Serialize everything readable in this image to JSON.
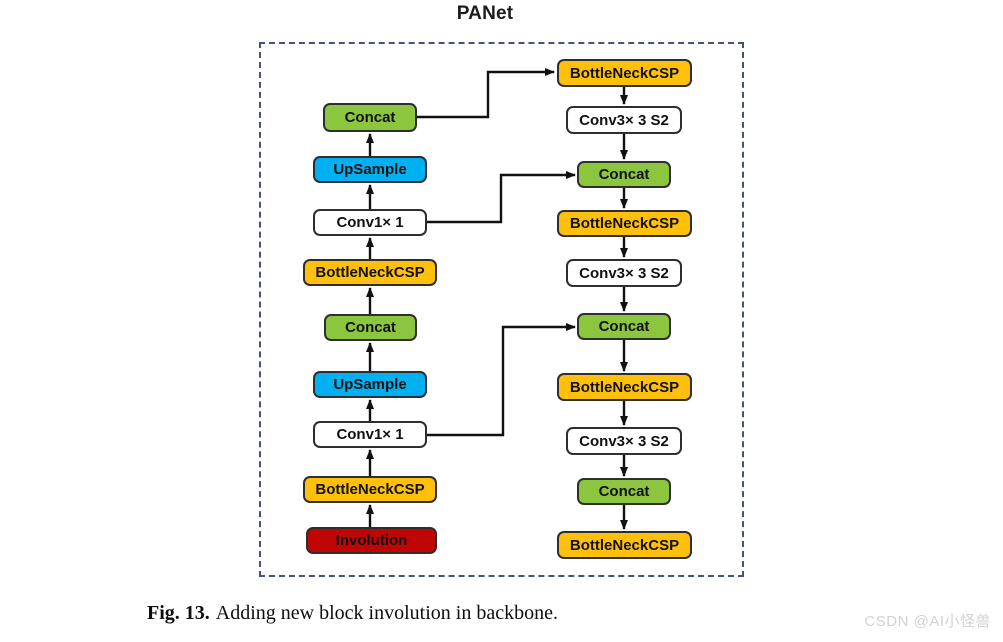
{
  "title": "PANet",
  "caption": {
    "label": "Fig. 13.",
    "text": "Adding new block involution in backbone."
  },
  "watermark": "CSDN @AI小怪兽",
  "colors": {
    "concat": "#8cc63f",
    "upsample": "#00b0f0",
    "conv": "#ffffff",
    "bottleneckcsp": "#ffc00b",
    "involution": "#c00505",
    "node_border": "#2e2e2e",
    "arrow": "#111111",
    "dashed_frame": "#46517e",
    "watermark_gray": "#d2d2d2"
  },
  "diagram": {
    "left_column": [
      {
        "label": "Concat",
        "type": "concat"
      },
      {
        "label": "UpSample",
        "type": "upsample"
      },
      {
        "label": "Conv1× 1",
        "type": "conv"
      },
      {
        "label": "BottleNeckCSP",
        "type": "csp"
      },
      {
        "label": "Concat",
        "type": "concat"
      },
      {
        "label": "UpSample",
        "type": "upsample"
      },
      {
        "label": "Conv1× 1",
        "type": "conv"
      },
      {
        "label": "BottleNeckCSP",
        "type": "csp"
      },
      {
        "label": "Involution",
        "type": "involution"
      }
    ],
    "right_column": [
      {
        "label": "BottleNeckCSP",
        "type": "csp"
      },
      {
        "label": "Conv3× 3 S2",
        "type": "conv"
      },
      {
        "label": "Concat",
        "type": "concat"
      },
      {
        "label": "BottleNeckCSP",
        "type": "csp"
      },
      {
        "label": "Conv3× 3 S2",
        "type": "conv"
      },
      {
        "label": "Concat",
        "type": "concat"
      },
      {
        "label": "BottleNeckCSP",
        "type": "csp"
      },
      {
        "label": "Conv3× 3 S2",
        "type": "conv"
      },
      {
        "label": "Concat",
        "type": "concat"
      },
      {
        "label": "BottleNeckCSP",
        "type": "csp"
      }
    ],
    "flow": {
      "left_column_direction": "bottom-to-top (arrows point up)",
      "right_column_direction": "top-to-bottom (arrows point down)",
      "cross_links": [
        {
          "from": "left Concat (top)",
          "to": "right BottleNeckCSP (1st)"
        },
        {
          "from": "left Conv1× 1 (upper)",
          "to": "right Concat (2nd)"
        },
        {
          "from": "left Conv1× 1 (lower)",
          "to": "right Concat (3rd)"
        }
      ]
    }
  }
}
